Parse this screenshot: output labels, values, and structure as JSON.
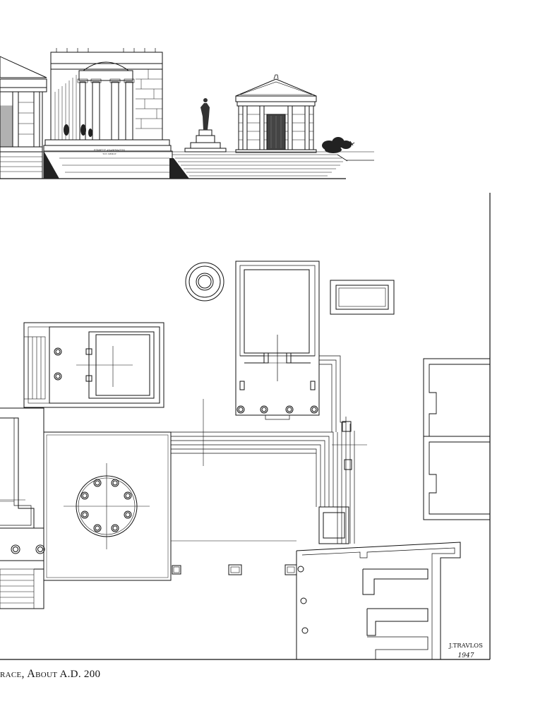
{
  "plate": {
    "elevation_inscription_line1": "ΕΠΙΘΕΣΙΣ ΑΝΑΘΗΜΑΤΩΝ",
    "elevation_inscription_line2": "ΤΟΥ ΔΗΜΟΥ",
    "signature_name": "J.TRAVLOS",
    "signature_year": "1947"
  },
  "caption": {
    "part1": "race, About",
    "part2": "A.D. 200"
  }
}
